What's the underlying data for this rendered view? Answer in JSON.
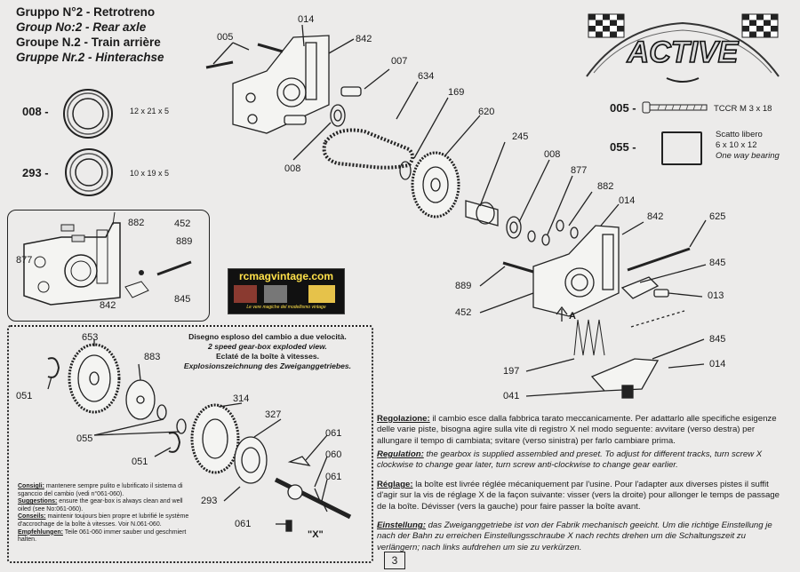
{
  "header": {
    "title_it": "Gruppo N°2 - Retrotreno",
    "title_en": "Group No:2 - Rear axle",
    "title_fr": "Groupe N.2 - Train arrière",
    "title_de": "Gruppe Nr.2 - Hinterachse"
  },
  "logo": {
    "text": "ACTIVE"
  },
  "parts_legend": [
    {
      "code": "008 -",
      "size": "12 x 21 x 5"
    },
    {
      "code": "293 -",
      "size": "10 x 19 x 5"
    }
  ],
  "right_legend": {
    "screw_code": "005 -",
    "screw_label": "TCCR M 3 x 18",
    "oneway_code": "055 -",
    "oneway_line1": "Scatto libero",
    "oneway_line2": "6 x 10 x 12",
    "oneway_line3": "One way bearing"
  },
  "watermark": {
    "site": "rcmagvintage.com",
    "tagline": "Le vere magiche del modellismo vintage"
  },
  "callouts": {
    "c014a": "014",
    "c005": "005",
    "c842a": "842",
    "c007": "007",
    "c634": "634",
    "c169": "169",
    "c620": "620",
    "c008a": "008",
    "c245": "245",
    "c008b": "008",
    "c877a": "877",
    "c882a": "882",
    "c014b": "014",
    "c842b": "842",
    "c625": "625",
    "c845a": "845",
    "c013": "013",
    "c889a": "889",
    "c452a": "452",
    "cA": "A",
    "c845b": "845",
    "c197": "197",
    "c014c": "014",
    "c041": "041",
    "i882": "882",
    "i452": "452",
    "i889": "889",
    "i877": "877",
    "i845": "845",
    "i842": "842",
    "g653": "653",
    "g883": "883",
    "g051a": "051",
    "g055": "055",
    "g051b": "051",
    "g314": "314",
    "g327": "327",
    "g061a": "061",
    "g060": "060",
    "g061b": "061",
    "g293": "293",
    "g061c": "061",
    "gX": "\"X\""
  },
  "gearbox": {
    "line1": "Disegno esploso del cambio a due velocità.",
    "line2": "2 speed gear-box exploded view.",
    "line3": "Eclaté de la boîte à vitesses.",
    "line4": "Explosionszeichnung des Zweiganggetriebes."
  },
  "advice": {
    "consigli_h": "Consigli:",
    "consigli_t": "mantenere sempre pulito e lubrificato il sistema di sganccio del cambio (vedi n°061-060).",
    "suggestions_h": "Suggestions:",
    "suggestions_t": "ensure the gear-box is always clean and well oiled (see No:061-060).",
    "conseils_h": "Conseils:",
    "conseils_t": "maintenir toujours bien propre et lubrifié le système d'accrochage de la boîte à vitesses. Voir N.061-060.",
    "empf_h": "Empfehlungen:",
    "empf_t": "Teile 061-060 immer sauber und geschmiert halten."
  },
  "instructions": {
    "it_h": "Regolazione:",
    "it_t": "il cambio esce dalla fabbrica tarato meccanicamente. Per adattarlo alle specifiche esigenze delle varie piste, bisogna agire sulla vite di registro X nel modo seguente: avvitare (verso destra) per allungare il tempo di cambiata; svitare (verso sinistra) per farlo cambiare prima.",
    "en_h": "Regulation:",
    "en_t": "the gearbox is supplied assembled and preset. To adjust for different tracks, turn screw X clockwise to change gear later, turn screw anti-clockwise to change gear earlier.",
    "fr_h": "Réglage:",
    "fr_t": "la boîte est livrée réglée mécaniquement par l'usine. Pour l'adapter aux diverses pistes il suffit d'agir sur la vis de réglage X de la façon suivante: visser (vers la droite) pour allonger le temps de passage de la boîte. Dévisser (vers la gauche) pour faire passer la boîte avant.",
    "de_h": "Einstellung:",
    "de_t": "das Zweiganggetriebe ist von der Fabrik mechanisch geeicht. Um die richtige Einstellung je nach der Bahn zu erreichen Einstellungsschraube X nach rechts drehen um die Schaltungszeit zu verlängern; nach links aufdrehen um sie zu verkürzen."
  },
  "page_number": "3"
}
